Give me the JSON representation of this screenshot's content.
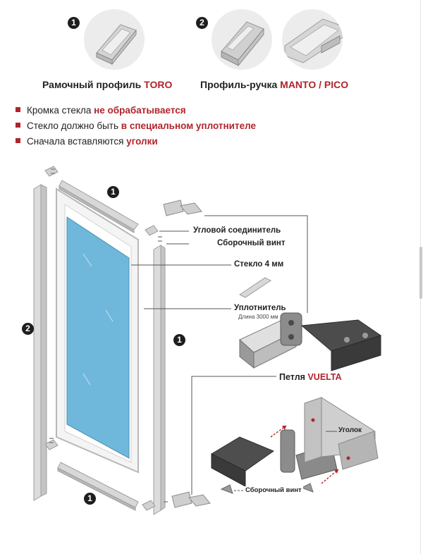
{
  "profiles": [
    {
      "number": "1",
      "name": "Рамочный профиль",
      "brand": "TORO",
      "icon": "frame-profile-icon"
    },
    {
      "number": "2",
      "name": "Профиль-ручка",
      "brand": "MANTO / PICO",
      "icon": "handle-profile-icon"
    }
  ],
  "rules": [
    {
      "text": "Кромка стекла",
      "highlight": "не обрабатывается"
    },
    {
      "text": "Стекло должно быть",
      "highlight": "в специальном уплотнителе"
    },
    {
      "text": "Сначала вставляются",
      "highlight": "уголки"
    }
  ],
  "diagram": {
    "callouts": {
      "corner_connector": "Угловой соединитель",
      "assembly_screw": "Сборочный винт",
      "glass": "Стекло 4 мм",
      "seal": "Уплотнитель",
      "seal_length": "Длина 3000 мм"
    },
    "part_numbers": {
      "top": "1",
      "left": "2",
      "right": "1",
      "bottom": "1"
    },
    "hinge": {
      "title": "Петля",
      "brand": "VUELTA",
      "corner_label": "Уголок",
      "screw_label": "Сборочный винт"
    }
  },
  "colors": {
    "accent": "#b0242c",
    "glass": "#6fb8dc",
    "badge": "#1e1e1e"
  }
}
